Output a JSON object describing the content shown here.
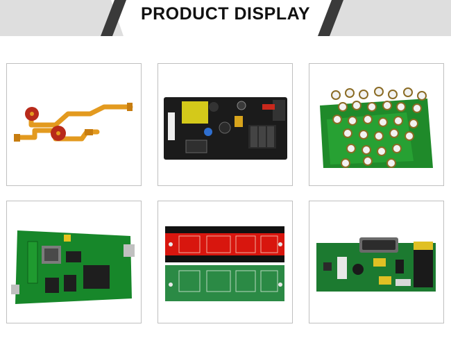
{
  "banner": {
    "title": "PRODUCT DISPLAY"
  },
  "products": [
    {
      "icon": "flex-pcb-image"
    },
    {
      "icon": "black-power-board-image"
    },
    {
      "icon": "green-led-boards-image"
    },
    {
      "icon": "green-controller-board-image"
    },
    {
      "icon": "red-and-green-pcb-image"
    },
    {
      "icon": "assembled-pcba-image"
    }
  ]
}
